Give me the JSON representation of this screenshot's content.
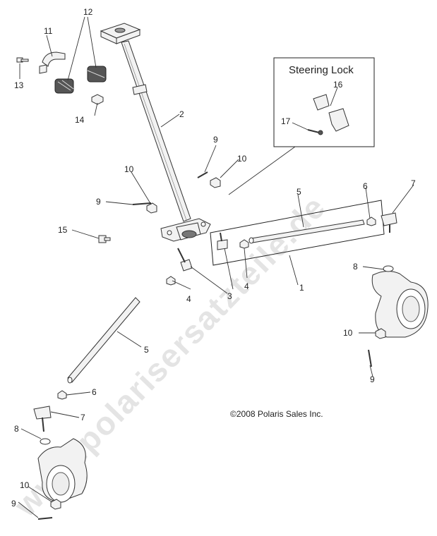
{
  "inset": {
    "title": "Steering Lock"
  },
  "copyright": "©2008 Polaris Sales Inc.",
  "watermark": "www.polarisersatzteile.de",
  "callouts": {
    "c1": "1",
    "c2": "2",
    "c3": "3",
    "c4a": "4",
    "c4b": "4",
    "c5a": "5",
    "c5b": "5",
    "c6a": "6",
    "c6b": "6",
    "c7a": "7",
    "c7b": "7",
    "c8a": "8",
    "c8b": "8",
    "c9a": "9",
    "c9b": "9",
    "c9c": "9",
    "c9d": "9",
    "c10a": "10",
    "c10b": "10",
    "c10c": "10",
    "c10d": "10",
    "c11": "11",
    "c12": "12",
    "c13": "13",
    "c14": "14",
    "c15": "15",
    "c16": "16",
    "c17": "17"
  }
}
